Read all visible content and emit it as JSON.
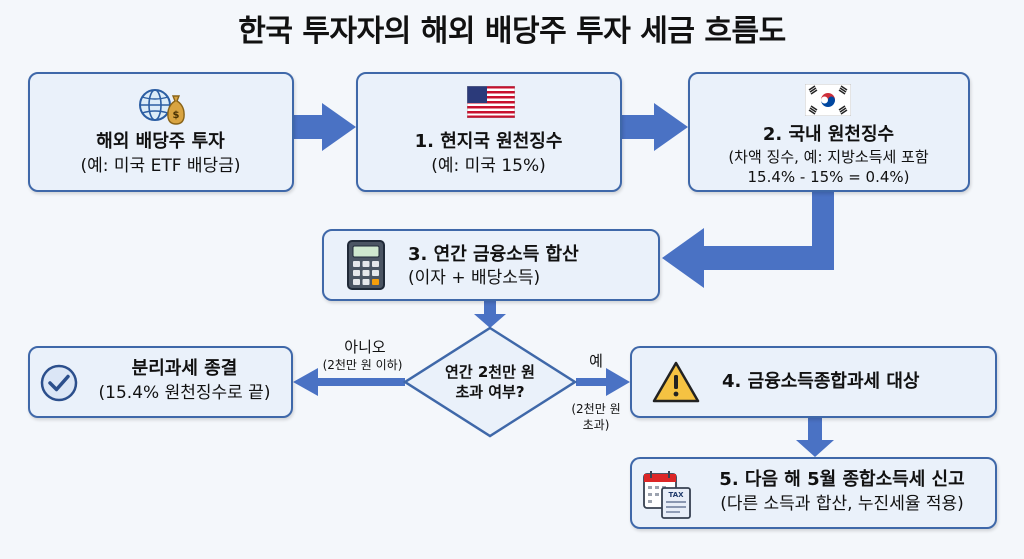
{
  "title": "한국 투자자의 해외 배당주 투자 세금 흐름도",
  "nodes": {
    "invest": {
      "title": "해외 배당주 투자",
      "sub": "(예: 미국 ETF 배당금)"
    },
    "local": {
      "title": "1. 현지국 원천징수",
      "sub": "(예: 미국 15%)"
    },
    "domestic": {
      "title": "2. 국내 원천징수",
      "sub1": "(차액 징수, 예: 지방소득세 포함",
      "sub2": "15.4% - 15% = 0.4%)"
    },
    "annual": {
      "title": "3. 연간 금융소득 합산",
      "sub": "(이자 + 배당소득)"
    },
    "decision": {
      "line1": "연간 2천만 원",
      "line2": "초과 여부?"
    },
    "separate": {
      "title": "분리과세 종결",
      "sub": "(15.4% 원천징수로 끝)"
    },
    "comprehensive": {
      "title": "4. 금융소득종합과세 대상"
    },
    "filing": {
      "title": "5. 다음 해 5월 종합소득세 신고",
      "sub": "(다른 소득과 합산, 누진세율 적용)"
    }
  },
  "edges": {
    "no_label": "아니오",
    "no_sub": "(2천만 원 이하)",
    "yes_label": "예",
    "yes_sub1": "(2천만 원",
    "yes_sub2": "초과)"
  },
  "icons": {
    "invest": "globe-moneybag-icon",
    "local": "us-flag-icon",
    "domestic": "korea-flag-icon",
    "annual": "calculator-icon",
    "separate": "check-circle-icon",
    "comprehensive": "warning-icon",
    "filing": "calendar-tax-form-icon",
    "moneybag_text": "$",
    "tax_form_text": "TAX"
  },
  "colors": {
    "border": "#3f68a9",
    "arrow": "#4a72c4",
    "box_fill": "#eaf1fa"
  }
}
